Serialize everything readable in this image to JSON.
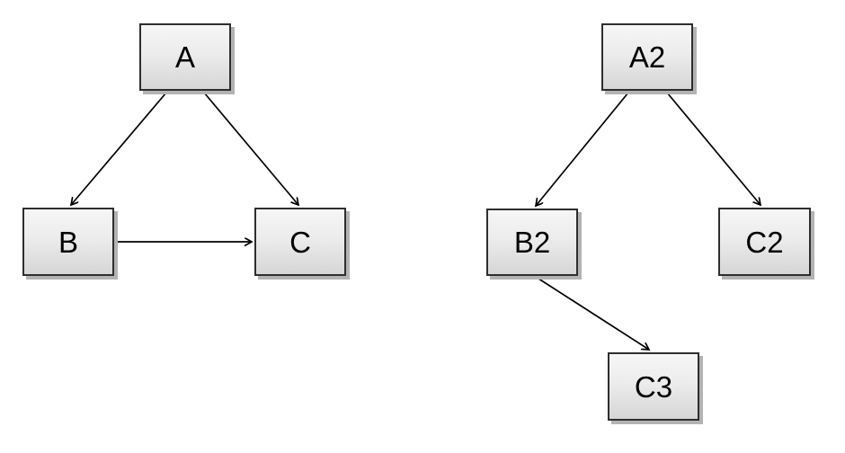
{
  "page": {
    "background_color": "#ffffff"
  },
  "style": {
    "node_fill_top": "#f6f6f6",
    "node_fill_bottom": "#d6d6d6",
    "node_border_color": "#2e2e2e",
    "node_shadow_color": "#b3b3b3",
    "edge_color": "#000000",
    "arrowhead_style": "open-v"
  },
  "diagrams": [
    {
      "id": "left-graph",
      "nodes": [
        {
          "id": "A",
          "label": "A"
        },
        {
          "id": "B",
          "label": "B"
        },
        {
          "id": "C",
          "label": "C"
        }
      ],
      "edges": [
        {
          "from": "A",
          "to": "B"
        },
        {
          "from": "A",
          "to": "C"
        },
        {
          "from": "B",
          "to": "C"
        }
      ]
    },
    {
      "id": "right-graph",
      "nodes": [
        {
          "id": "A2",
          "label": "A2"
        },
        {
          "id": "B2",
          "label": "B2"
        },
        {
          "id": "C2",
          "label": "C2"
        },
        {
          "id": "C3",
          "label": "C3"
        }
      ],
      "edges": [
        {
          "from": "A2",
          "to": "B2"
        },
        {
          "from": "A2",
          "to": "C2"
        },
        {
          "from": "B2",
          "to": "C3"
        }
      ]
    }
  ]
}
